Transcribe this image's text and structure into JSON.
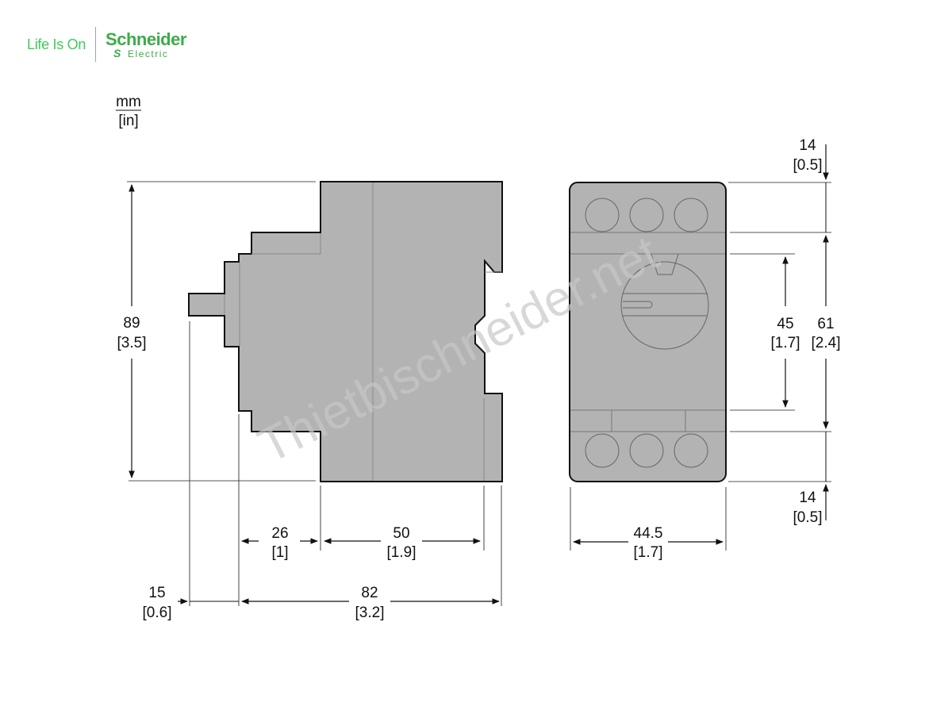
{
  "header": {
    "tagline": "Life Is On",
    "brand_name": "Schneider",
    "brand_sub": "Electric",
    "brand_mark": "S",
    "brand_color": "#3dab4a"
  },
  "units": {
    "primary": "mm",
    "secondary": "[in]"
  },
  "watermark": "Thietbischneider.net",
  "colors": {
    "body_fill": "#b3b3b3",
    "outline": "#111111",
    "dim_line": "#333333"
  },
  "side_view": {
    "height": {
      "mm": "89",
      "in": "[3.5]"
    },
    "depth_front": {
      "mm": "26",
      "in": "[1]"
    },
    "depth_rear": {
      "mm": "50",
      "in": "[1.9]"
    },
    "knob": {
      "mm": "15",
      "in": "[0.6]"
    },
    "total_depth": {
      "mm": "82",
      "in": "[3.2]"
    }
  },
  "front_view": {
    "width": {
      "mm": "44.5",
      "in": "[1.7]"
    },
    "top_terminal": {
      "mm": "14",
      "in": "[0.5]"
    },
    "bottom_terminal": {
      "mm": "14",
      "in": "[0.5]"
    },
    "dial_zone": {
      "mm": "45",
      "in": "[1.7]"
    },
    "mid_zone": {
      "mm": "61",
      "in": "[2.4]"
    }
  }
}
